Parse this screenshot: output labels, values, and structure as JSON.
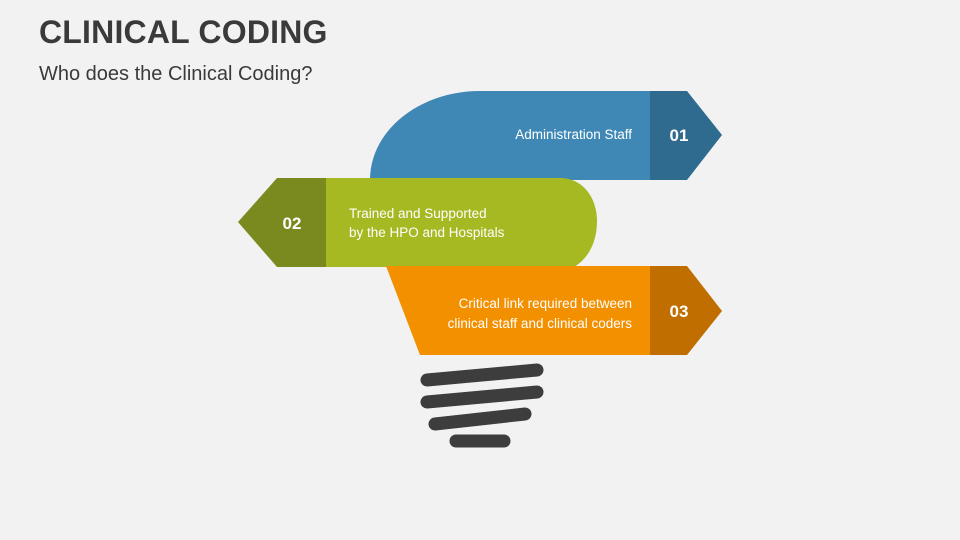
{
  "header": {
    "title": "CLINICAL CODING",
    "subtitle": "Who does the Clinical Coding?"
  },
  "steps": [
    {
      "number": "01",
      "lines": [
        "Administration Staff"
      ],
      "color": "#3f88b5",
      "tab_color": "#2f6b8f"
    },
    {
      "number": "02",
      "lines": [
        "Trained and Supported",
        "by the HPO and Hospitals"
      ],
      "color": "#a6b822",
      "tab_color": "#7b8a1e"
    },
    {
      "number": "03",
      "lines": [
        "Critical link required between",
        "clinical staff and clinical coders"
      ],
      "color": "#f29000",
      "tab_color": "#c06e00"
    }
  ],
  "bulb_base": {
    "color": "#3d3d3d"
  }
}
